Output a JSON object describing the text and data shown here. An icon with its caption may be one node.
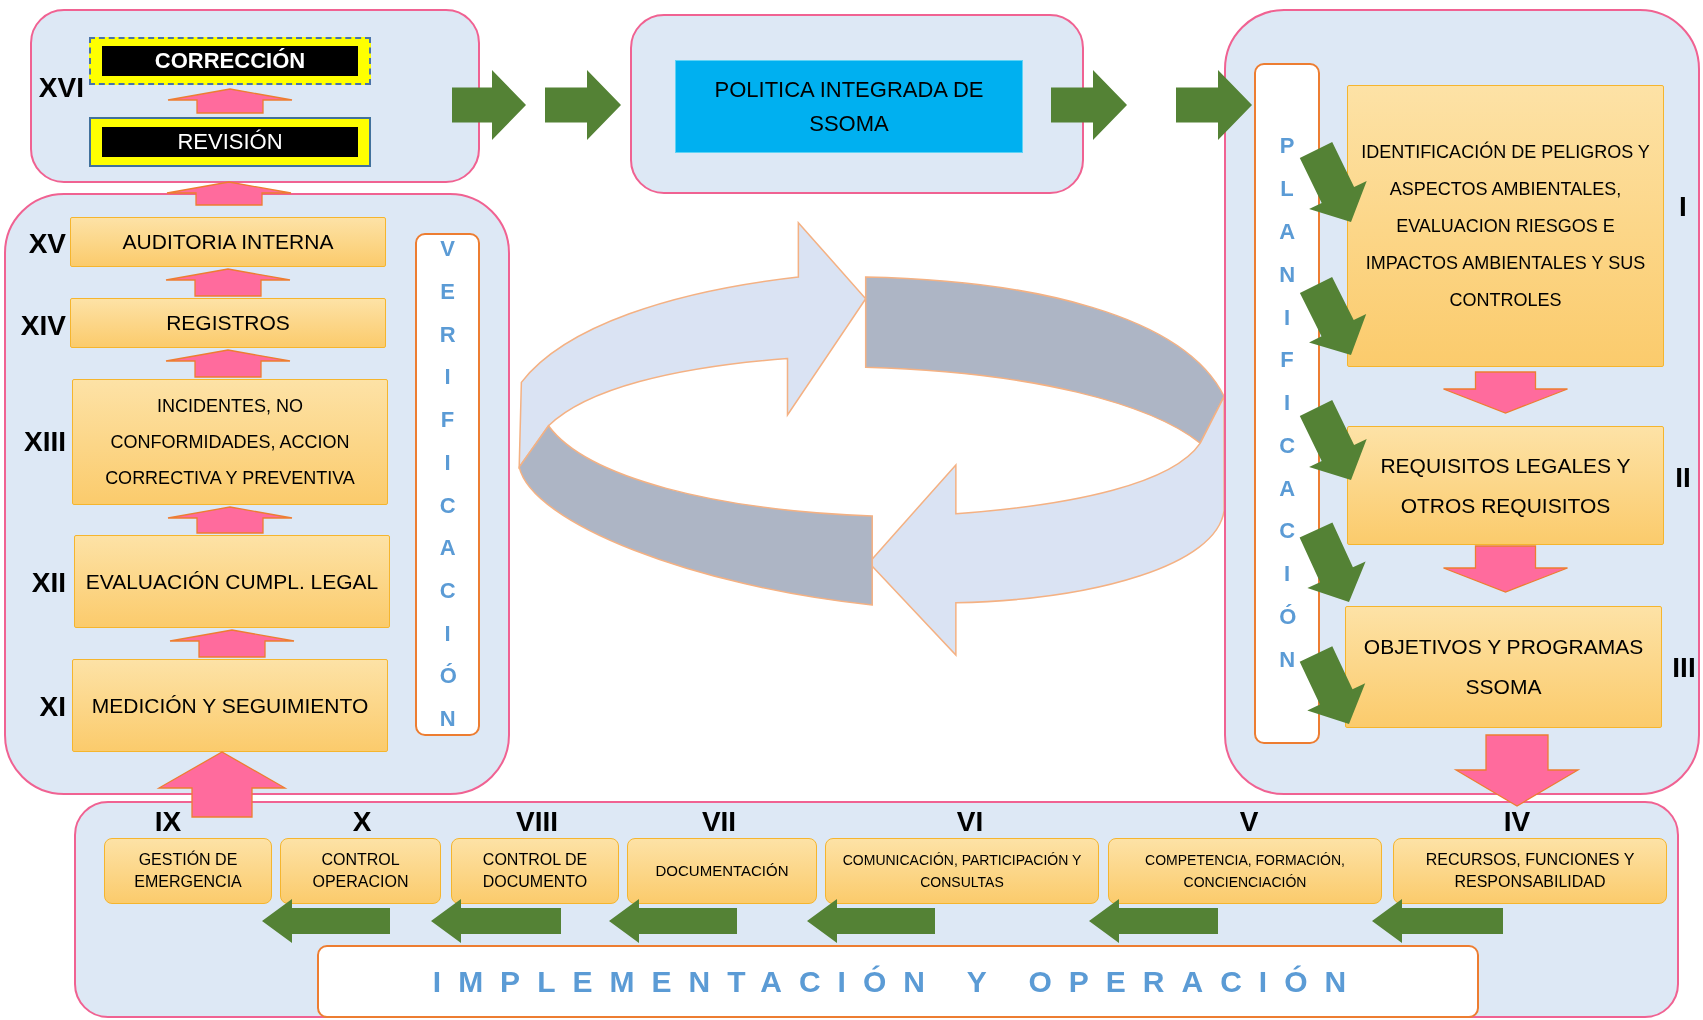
{
  "diagram": {
    "nodes": [
      {
        "text": [],
        "shape": "box",
        "beside": [
          "XVI"
        ]
      },
      {
        "text": [
          "CORRECCIÓN"
        ],
        "in": 0
      },
      {
        "text": [
          "REVISIÓN"
        ],
        "in": 0
      },
      {
        "text": [],
        "shape": "box"
      },
      {
        "text": [
          "POLITICA INTEGRADA DE SSOMA"
        ],
        "in": 3
      },
      {
        "text": [],
        "shape": "box"
      },
      {
        "text": [
          "PLANIFICACIÓN"
        ],
        "in": 5
      },
      {
        "text": [
          "IDENTIFICACIÓN DE PELIGROS Y ASPECTOS AMBIENTALES, EVALUACION RIESGOS E IMPACTOS AMBIENTALES Y SUS CONTROLES"
        ],
        "in": 5,
        "beside": [
          "I"
        ]
      },
      {
        "text": [
          "REQUISITOS LEGALES Y OTROS REQUISITOS"
        ],
        "in": 5,
        "beside": [
          "II"
        ]
      },
      {
        "text": [
          "OBJETIVOS Y PROGRAMAS SSOMA"
        ],
        "in": 5,
        "beside": [
          "III"
        ]
      },
      {
        "text": [],
        "shape": "box"
      },
      {
        "text": [
          "AUDITORIA INTERNA"
        ],
        "in": 10,
        "beside": [
          "XV"
        ]
      },
      {
        "text": [
          "REGISTROS"
        ],
        "in": 10,
        "beside": [
          "XIV"
        ]
      },
      {
        "text": [
          "INCIDENTES, NO CONFORMIDADES, ACCION CORRECTIVA Y PREVENTIVA"
        ],
        "in": 10,
        "beside": [
          "XIII"
        ]
      },
      {
        "text": [
          "EVALUACIÓN CUMPL. LEGAL"
        ],
        "in": 10,
        "beside": [
          "XII"
        ]
      },
      {
        "text": [
          "MEDICIÓN Y SEGUIMIENTO"
        ],
        "in": 10,
        "beside": [
          "XI"
        ]
      },
      {
        "text": [
          "VERIFICACIÓN"
        ],
        "in": 10
      },
      {
        "text": [],
        "shape": "box"
      },
      {
        "text": [
          "RECURSOS, FUNCIONES Y RESPONSABILIDAD"
        ],
        "in": 17,
        "beside": [
          "IV"
        ]
      },
      {
        "text": [
          "COMPETENCIA, FORMACIÓN, CONCIENCIACIÓN"
        ],
        "in": 17,
        "beside": [
          "V"
        ]
      },
      {
        "text": [
          "COMUNICACIÓN, PARTICIPACIÓN Y CONSULTAS"
        ],
        "in": 17,
        "beside": [
          "VI"
        ]
      },
      {
        "text": [
          "DOCUMENTACIÓN"
        ],
        "in": 17,
        "beside": [
          "VII"
        ]
      },
      {
        "text": [
          "CONTROL DE DOCUMENTO"
        ],
        "in": 17,
        "beside": [
          "VIII"
        ]
      },
      {
        "text": [
          "CONTROL OPERACION"
        ],
        "in": 17,
        "beside": [
          "X"
        ]
      },
      {
        "text": [
          "GESTIÓN DE EMERGENCIA"
        ],
        "in": 17,
        "beside": [
          "IX"
        ]
      },
      {
        "text": [
          "IMPLEMENTACIÓN Y OPERACIÓN"
        ],
        "in": 17
      }
    ],
    "edges": [
      {
        "from": 2,
        "to": 1,
        "arrow": "to",
        "color": "#ff6b9d"
      },
      {
        "from": 10,
        "to": 0,
        "arrow": "to",
        "color": "#ff6b9d"
      },
      {
        "from": 12,
        "to": 11,
        "arrow": "to",
        "color": "#ff6b9d"
      },
      {
        "from": 13,
        "to": 12,
        "arrow": "to",
        "color": "#ff6b9d"
      },
      {
        "from": 14,
        "to": 13,
        "arrow": "to",
        "color": "#ff6b9d"
      },
      {
        "from": 15,
        "to": 14,
        "arrow": "to",
        "color": "#ff6b9d"
      },
      {
        "from": 24,
        "to": 15,
        "arrow": "to",
        "color": "#ff6b9d"
      },
      {
        "from": 0,
        "to": null,
        "arrow": "to",
        "color": "#548235"
      },
      {
        "from": null,
        "to": 3,
        "arrow": "to",
        "color": "#548235"
      },
      {
        "from": 3,
        "to": null,
        "arrow": "to",
        "color": "#548235"
      },
      {
        "from": null,
        "to": 6,
        "arrow": "to",
        "color": "#548235"
      },
      {
        "from": 6,
        "to": 7,
        "arrow": "to",
        "color": "#548235"
      },
      {
        "from": 6,
        "to": 7,
        "arrow": "to",
        "color": "#548235"
      },
      {
        "from": 6,
        "to": 8,
        "arrow": "to",
        "color": "#548235"
      },
      {
        "from": 6,
        "to": 9,
        "arrow": "to",
        "color": "#548235"
      },
      {
        "from": 6,
        "to": 9,
        "arrow": "to",
        "color": "#548235"
      },
      {
        "from": 7,
        "to": 8,
        "arrow": "to",
        "color": "#ff6b9d"
      },
      {
        "from": 8,
        "to": 9,
        "arrow": "to",
        "color": "#ff6b9d"
      },
      {
        "from": 9,
        "to": 18,
        "arrow": "to",
        "color": "#ff6b9d"
      },
      {
        "from": 18,
        "to": 19,
        "arrow": "to",
        "color": "#548235"
      },
      {
        "from": 19,
        "to": 20,
        "arrow": "to",
        "color": "#548235"
      },
      {
        "from": 20,
        "to": 21,
        "arrow": "to",
        "color": "#548235"
      },
      {
        "from": 21,
        "to": 22,
        "arrow": "to",
        "color": "#548235"
      },
      {
        "from": 22,
        "to": 23,
        "arrow": "to",
        "color": "#548235"
      },
      {
        "from": 23,
        "to": 24,
        "arrow": "to",
        "color": "#548235"
      }
    ]
  }
}
